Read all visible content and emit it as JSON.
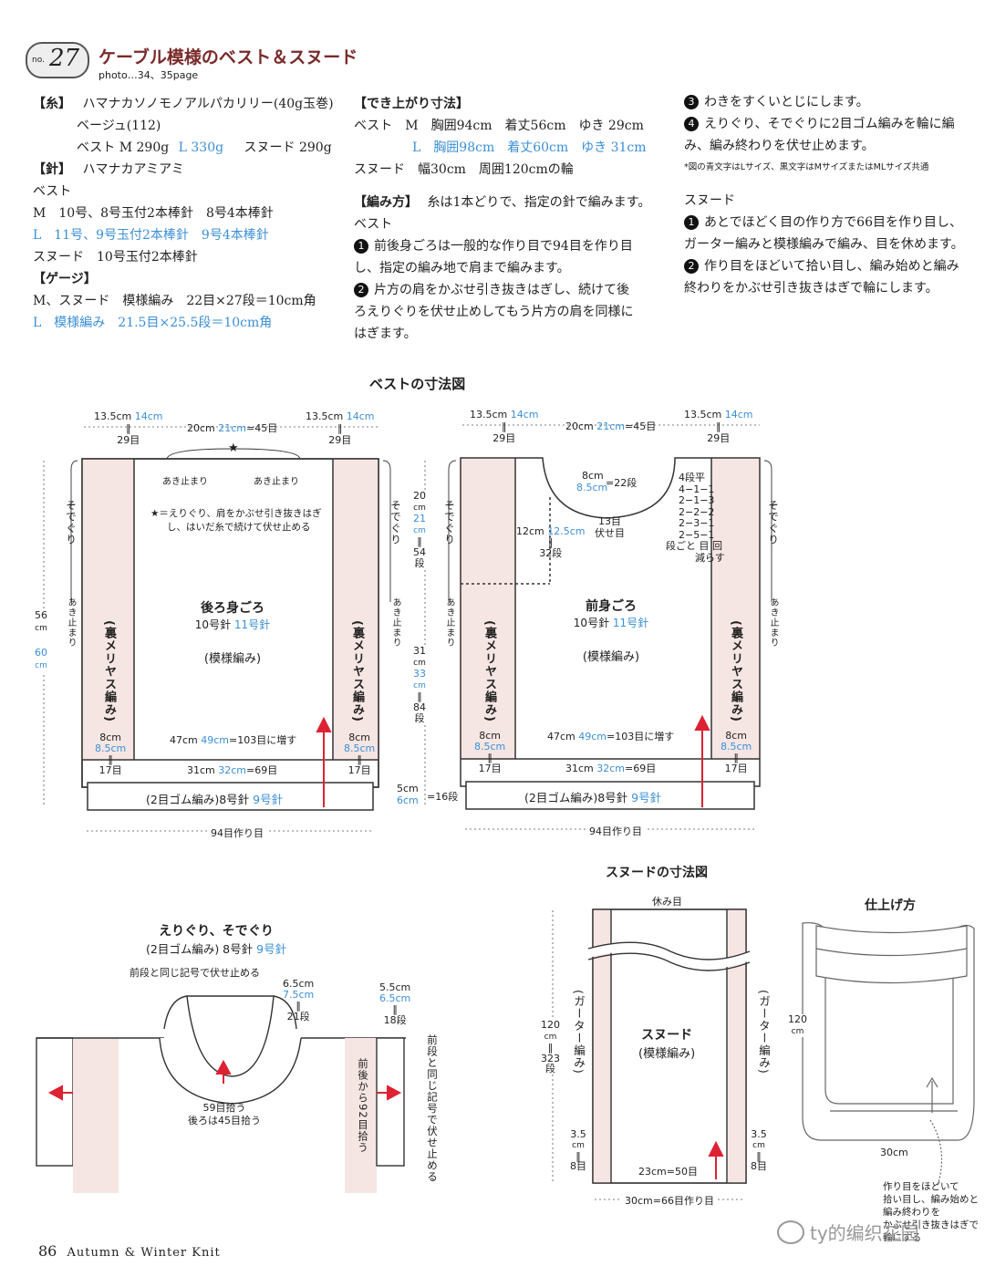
{
  "header": {
    "no_label": "no.",
    "no": "27",
    "title": "ケーブル模様のベスト＆スヌード",
    "photo": "photo…34、35page"
  },
  "col1": {
    "yarn_h": "【糸】",
    "yarn_1": "ハマナカソノモノアルパカリリー(40g玉巻)",
    "yarn_2": "ベージュ(112)",
    "yarn_3a": "ベスト M 290g",
    "yarn_3b": "L 330g",
    "yarn_3c": "スヌード 290g",
    "needle_h": "【針】",
    "needle_1": "ハマナカアミアミ",
    "needle_2": "ベスト",
    "needle_m": "M　10号、8号玉付2本棒針　8号4本棒針",
    "needle_l": "L　11号、9号玉付2本棒針　9号4本棒針",
    "needle_s": "スヌード　10号玉付2本棒針",
    "gauge_h": "【ゲージ】",
    "gauge_m": "M、スヌード　模様編み　22目×27段＝10cm角",
    "gauge_l": "L　模様編み　21.5目×25.5段＝10cm角"
  },
  "col2": {
    "size_h": "【でき上がり寸法】",
    "size_m": "ベスト　M　胸囲94cm　着丈56cm　ゆき 29cm",
    "size_l": "L　胸囲98cm　着丈60cm　ゆき 31cm",
    "size_s": "スヌード　幅30cm　周囲120cmの輪",
    "method_h": "【編み方】",
    "method_t": "糸は1本どりで、指定の針で編みます。",
    "vest": "ベスト",
    "s1a": "前後身ごろは一般的な作り目で94目を作り目",
    "s1b": "し、指定の編み地で肩まで編みます。",
    "s2a": "片方の肩をかぶせ引き抜きはぎし、続けて後",
    "s2b": "ろえりぐりを伏せ止めしてもう片方の肩を同様に",
    "s2c": "はぎます。"
  },
  "col3": {
    "s3": "わきをすくいとじにします。",
    "s4a": "えりぐり、そでぐりに2目ゴム編みを輪に編",
    "s4b": "み、編み終わりを伏せ止めます。",
    "note": "*図の青文字はLサイズ、黒文字はMサイズまたはMLサイズ共通",
    "snood": "スヌード",
    "n1a": "あとでほどく目の作り方で66目を作り目し、",
    "n1b": "ガーター編みと模様編みで編み、目を休めます。",
    "n2a": "作り目をほどいて拾い目し、編み始めと編み",
    "n2b": "終わりをかぶせ引き抜きはぎで輪にします。",
    "c1": "1",
    "c2": "2",
    "c3": "3",
    "c4": "4"
  },
  "vest_diagram": {
    "title": "ベストの寸法図",
    "shoulder_m": "13.5cm",
    "shoulder_l": "14cm",
    "shoulder_st": "29目",
    "neck_m": "20cm",
    "neck_l": "21cm",
    "neck_st": "=45目",
    "star": "★",
    "akidomari": "あき止まり",
    "star_note_1": "★＝えりぐり、肩をかぶせ引き抜きはぎ",
    "star_note_2": "し、はいだ糸で続けて伏せ止める",
    "sodeguri": "そでぐり",
    "back": "後ろ身ごろ",
    "front": "前身ごろ",
    "needle_m": "10号針",
    "needle_l": "11号針",
    "pattern": "(模様編み)",
    "ura": "(裏メリヤス編み)",
    "length_m": "56",
    "length_l": "60",
    "cm": "cm",
    "upper_m": "20",
    "upper_l": "21",
    "upper_st": "54",
    "dan": "段",
    "lower_m": "31",
    "lower_l": "33",
    "lower_st": "84",
    "rib_m": "5cm",
    "rib_l": "6cm",
    "rib_st": "=16段",
    "side_m": "8cm",
    "side_l": "8.5cm",
    "side_st": "17目",
    "inc_m": "47cm",
    "inc_l": "49cm",
    "inc_t": "=103目に増す",
    "bottom_m": "31cm",
    "bottom_l": "32cm",
    "bottom_st": "=69目",
    "rib_label": "(2目ゴム編み)8号針",
    "rib_label_l": "9号針",
    "cast_on": "94目作り目",
    "fneck_m": "8cm",
    "fneck_l": "8.5cm",
    "fneck_st": "=22段",
    "fneck_mid": "13目",
    "fusedome": "伏せ目",
    "fdepth_m": "12cm",
    "fdepth_l": "12.5cm",
    "fdepth_st": "32段",
    "dec": [
      "4段平",
      "4−1−1",
      "2−1−3",
      "2−2−2",
      "2−3−1",
      "2−5−1"
    ],
    "dec_h": "段ごと 目 回",
    "dec_f": "減らす"
  },
  "edge_diagram": {
    "title1": "えりぐり、そでぐり",
    "title2a": "(2目ゴム編み) 8号針",
    "title2b": "9号針",
    "bind_note": "前段と同じ記号で伏せ止める",
    "n_m": "6.5cm",
    "n_l": "7.5cm",
    "n_st": "21段",
    "a_m": "5.5cm",
    "a_l": "6.5cm",
    "a_st": "18段",
    "pick1": "59目拾う",
    "pick2": "後ろは45目拾う",
    "arm_pick": "前後から92目拾う",
    "arm_bind": "前段と同じ記号で伏せ止める"
  },
  "snood_diagram": {
    "title": "スヌードの寸法図",
    "rest": "休み目",
    "garter": "(ガーター編み)",
    "name": "スヌード",
    "pattern": "(模様編み)",
    "len_m": "120",
    "cm": "cm",
    "len_st": "323",
    "dan": "段",
    "edge_m": "3.5",
    "edge_st": "8目",
    "inner": "23cm=50目",
    "cast": "30cm=66目作り目"
  },
  "finish_diagram": {
    "title": "仕上げ方",
    "len": "120",
    "cm": "cm",
    "width": "30cm",
    "note": [
      "作り目をほどいて",
      "拾い目し、編み始めと",
      "編み終わりを",
      "かぶせ引き抜きはぎで",
      "輪にする"
    ]
  },
  "footer": {
    "page": "86",
    "book": "Autumn & Winter Knit",
    "watermark": "ty的编织花园"
  }
}
